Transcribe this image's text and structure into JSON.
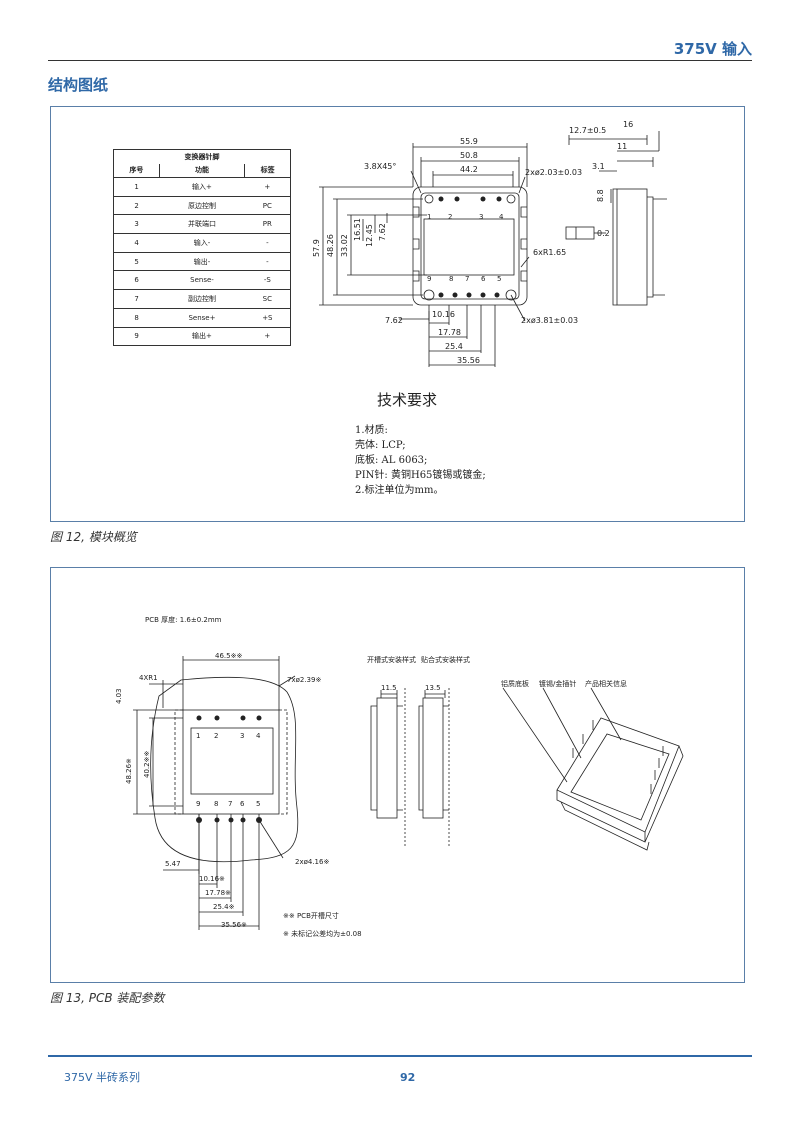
{
  "header": {
    "title": "375V 输入"
  },
  "section": {
    "title": "结构图纸"
  },
  "figure12": {
    "caption": "图 12,    模块概览",
    "pin_table": {
      "title": "变换器针脚",
      "columns": [
        "序号",
        "功能",
        "标签"
      ],
      "rows": [
        [
          "1",
          "输入+",
          "+"
        ],
        [
          "2",
          "原边控制",
          "PC"
        ],
        [
          "3",
          "并联端口",
          "PR"
        ],
        [
          "4",
          "输入-",
          "-"
        ],
        [
          "5",
          "输出-",
          "-"
        ],
        [
          "6",
          "Sense-",
          "-S"
        ],
        [
          "7",
          "副边控制",
          "SC"
        ],
        [
          "8",
          "Sense+",
          "+S"
        ],
        [
          "9",
          "输出+",
          "+"
        ]
      ]
    },
    "dims": {
      "d559": "55.9",
      "d508": "50.8",
      "d442": "44.2",
      "chamfer": "3.8X45°",
      "hole_top": "2xø2.03±0.03",
      "d579": "57.9",
      "d4826": "48.26",
      "d3302": "33.02",
      "d1651": "16.51",
      "d1245": "12.45",
      "d762v": "7.62",
      "radius": "6xR1.65",
      "d762": "7.62",
      "d1016": "10.16",
      "d1778": "17.78",
      "d254": "25.4",
      "d3556": "35.56",
      "hole_bot": "2xø3.81±0.03",
      "d127": "12.7±0.5",
      "d16": "16",
      "d11": "11",
      "d31": "3.1",
      "d88": "8.8",
      "flat": "0.2"
    },
    "pins_top": [
      "1",
      "2",
      "3",
      "4"
    ],
    "pins_bottom": [
      "9",
      "8",
      "7",
      "6",
      "5"
    ],
    "tech": {
      "title": "技术要求",
      "lines": [
        "1.材质:",
        "壳体: LCP;",
        "底板: AL 6063;",
        "PIN针: 黄铜H65镀锡或镀金;",
        "2.标注单位为mm。"
      ]
    }
  },
  "figure13": {
    "caption": "图 13,    PCB 装配参数",
    "pcb_thickness": "PCB 厚度: 1.6±0.2mm",
    "dims": {
      "d465": "46.5※※",
      "r": "4XR1",
      "d403": "4.03",
      "hole_top": "7xø2.39※",
      "d4826": "48.26※",
      "d402": "40.2※※",
      "d547": "5.47",
      "d1016": "10.16※",
      "d1778": "17.78※",
      "d254": "25.4※",
      "d3556": "35.56※",
      "hole_bot": "2xø4.16※",
      "d115": "11.5",
      "d135": "13.5"
    },
    "pins_top": [
      "1",
      "2",
      "3",
      "4"
    ],
    "pins_bottom": [
      "9",
      "8",
      "7",
      "6",
      "5"
    ],
    "install": {
      "open": "开槽式安装样式",
      "close": "贴合式安装样式"
    },
    "labels_3d": {
      "base": "铝质底板",
      "pin": "镀锡/金插针",
      "info": "产品相关信息"
    },
    "notes": {
      "n1": "※※ PCB开槽尺寸",
      "n2": "※  未标记公差均为±0.08"
    }
  },
  "footer": {
    "series": "375V 半砖系列",
    "page": "92"
  }
}
